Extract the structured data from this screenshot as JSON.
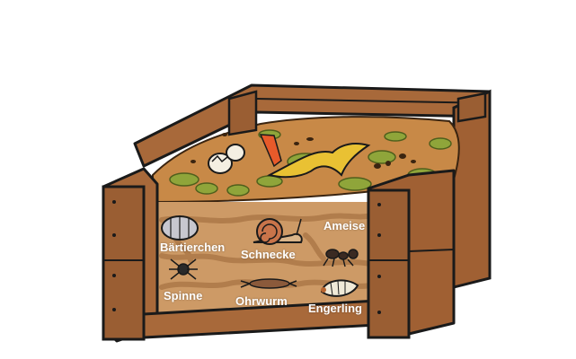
{
  "labels": {
    "baertierchen": "Bärtierchen",
    "schnecke": "Schnecke",
    "ameise": "Ameise",
    "spinne": "Spinne",
    "ohrwurm": "Ohrwurm",
    "engerling": "Engerling"
  },
  "colors": {
    "wood": "#a8693a",
    "wood_dark": "#8a5530",
    "soil": "#cd9a66",
    "soil_dark": "#b17d4c",
    "compost": "#c88947",
    "moss": "#8fa53a",
    "outline": "#1a1a1a",
    "label": "#ffffff"
  },
  "icons": [
    "tardigrade-icon",
    "snail-icon",
    "ant-icon",
    "spider-icon",
    "earwig-icon",
    "grub-icon",
    "eggshell-icon",
    "banana-peel-icon"
  ]
}
